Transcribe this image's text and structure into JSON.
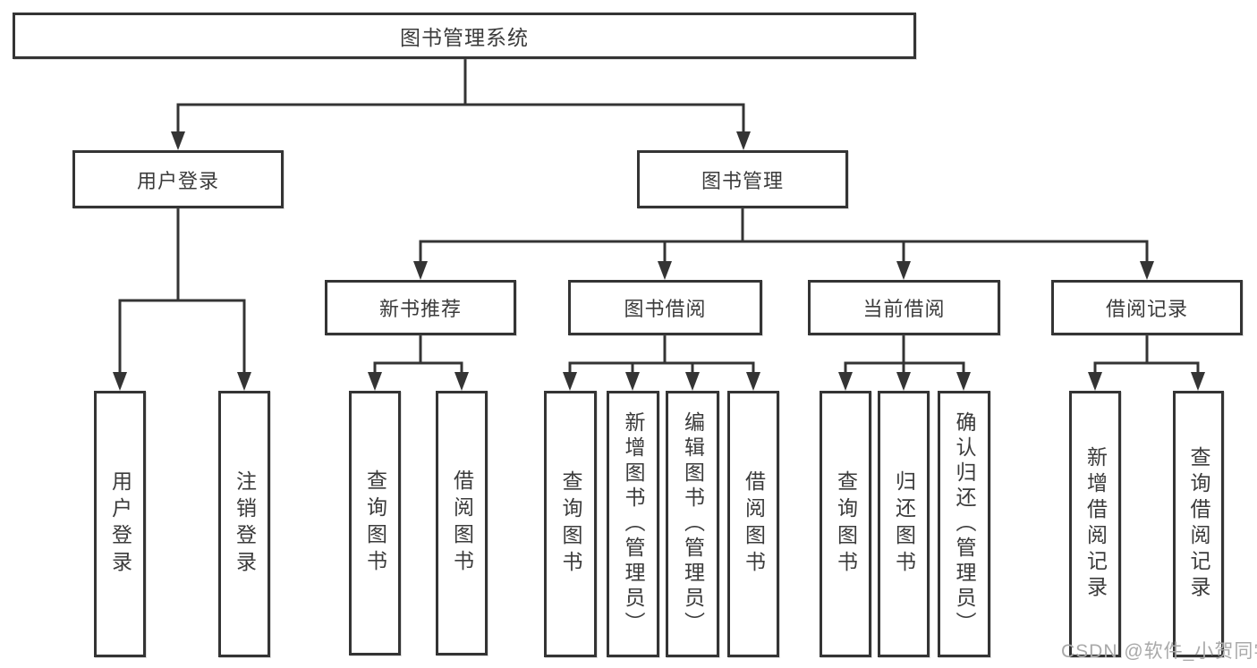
{
  "diagram": {
    "title": "图书管理系统",
    "level1": [
      {
        "label": "用户登录",
        "children": [
          {
            "label": "用户登录"
          },
          {
            "label": "注销登录"
          }
        ]
      },
      {
        "label": "图书管理",
        "children": [
          {
            "label": "新书推荐",
            "children": [
              {
                "label": "查询图书"
              },
              {
                "label": "借阅图书"
              }
            ]
          },
          {
            "label": "图书借阅",
            "children": [
              {
                "label": "查询图书"
              },
              {
                "label": "新增图书（管理员）"
              },
              {
                "label": "编辑图书（管理员）"
              },
              {
                "label": "借阅图书"
              }
            ]
          },
          {
            "label": "当前借阅",
            "children": [
              {
                "label": "查询图书"
              },
              {
                "label": "归还图书"
              },
              {
                "label": "确认归还（管理员）"
              }
            ]
          },
          {
            "label": "借阅记录",
            "children": [
              {
                "label": "新增借阅记录"
              },
              {
                "label": "查询借阅记录"
              }
            ]
          }
        ]
      }
    ]
  },
  "watermark": {
    "text": "CSDN @软件_小贺同学"
  },
  "colors": {
    "line": "#343434",
    "text": "#3b3b3b",
    "watermark": "#a9a9a9",
    "background": "#ffffff"
  }
}
